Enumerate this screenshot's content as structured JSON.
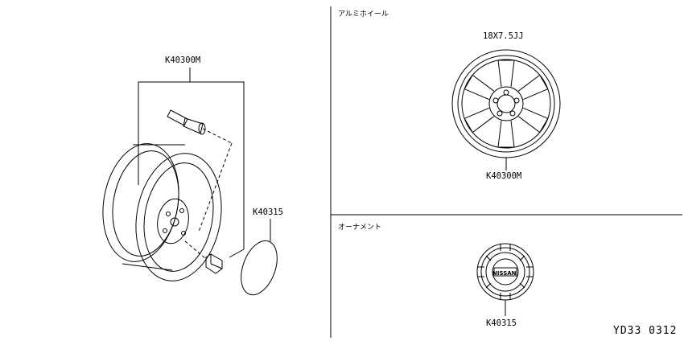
{
  "left_panel": {
    "wheel_assembly_part": "K40300M",
    "cap_part": "K40315"
  },
  "aluminum_wheel": {
    "heading": "アルミホイール",
    "size": "18X7.5JJ",
    "part_number": "K40300M"
  },
  "ornament": {
    "heading": "オーナメント",
    "brand": "NISSAN",
    "part_number": "K40315"
  },
  "footer": {
    "diagram_code": "YD33 0312"
  }
}
